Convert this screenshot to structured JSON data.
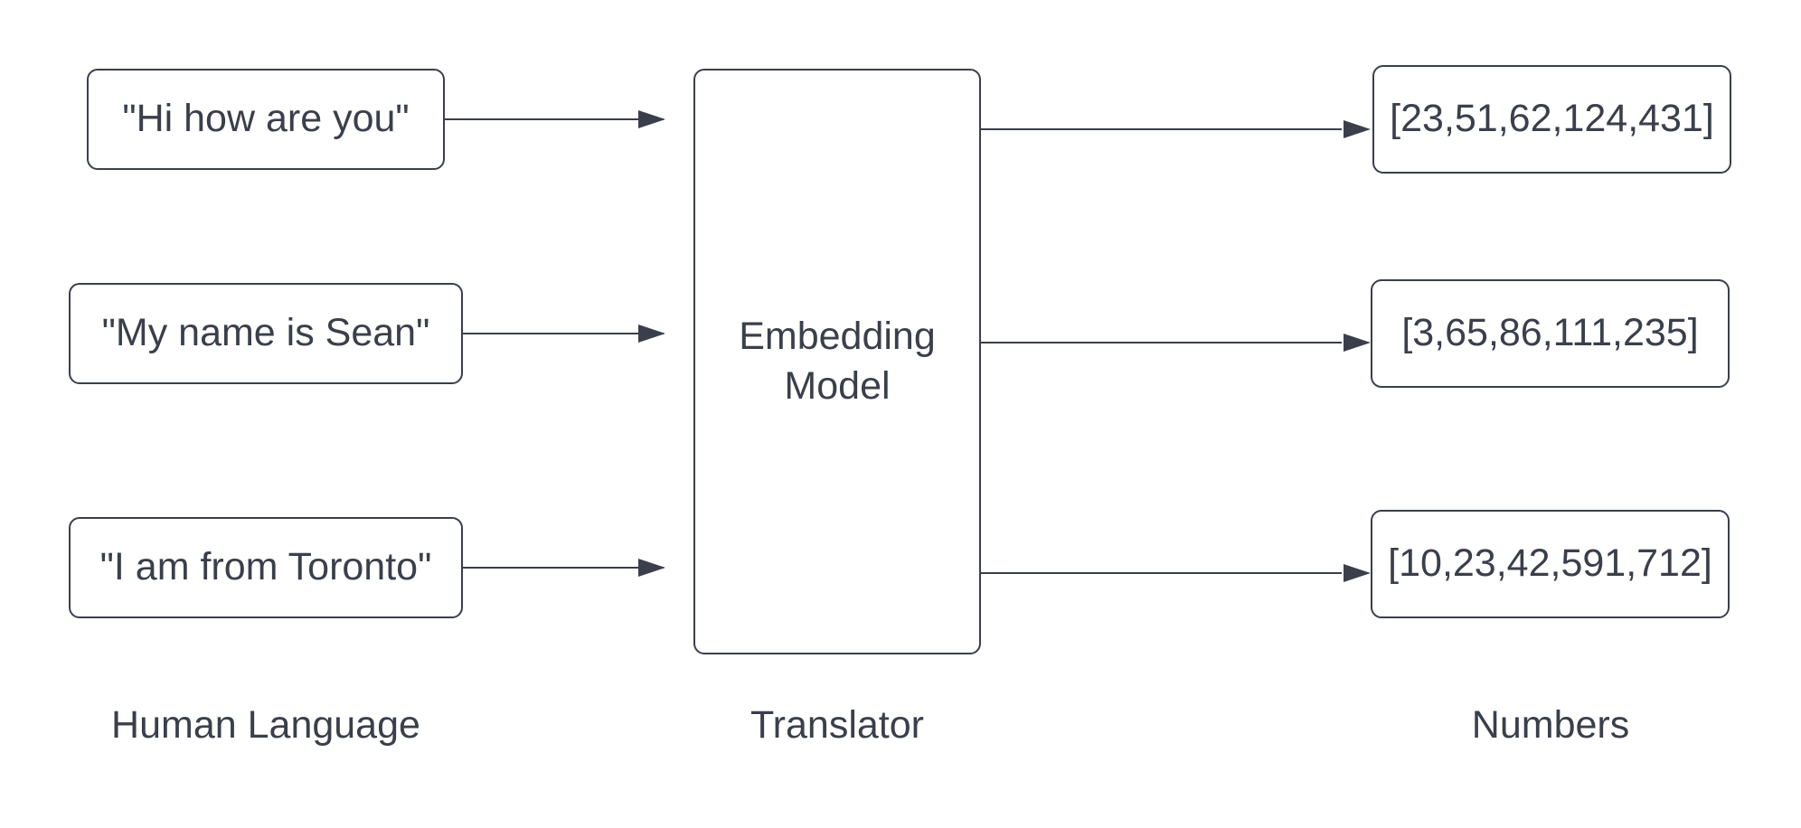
{
  "inputs": [
    {
      "text": "\"Hi how are you\""
    },
    {
      "text": "\"My name is Sean\""
    },
    {
      "text": "\"I am from Toronto\""
    }
  ],
  "model": {
    "line1": "Embedding",
    "line2": "Model"
  },
  "outputs": [
    {
      "text": "[23,51,62,124,431]"
    },
    {
      "text": "[3,65,86,111,235]"
    },
    {
      "text": "[10,23,42,591,712]"
    }
  ],
  "captions": {
    "human": "Human Language",
    "translator": "Translator",
    "numbers": "Numbers"
  },
  "colors": {
    "stroke": "#3a3f4b",
    "background": "#ffffff"
  }
}
